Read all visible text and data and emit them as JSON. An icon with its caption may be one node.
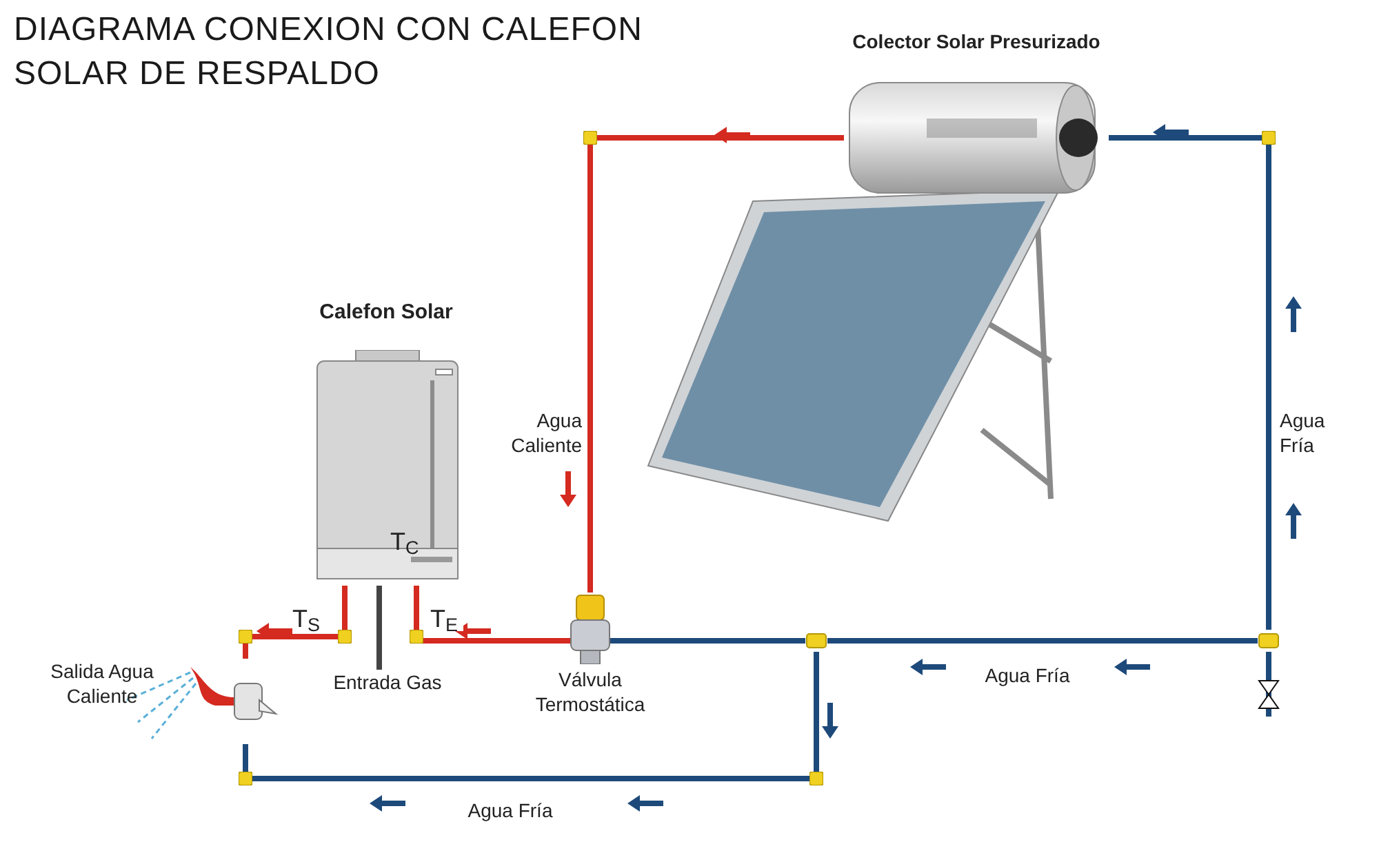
{
  "diagram": {
    "title": "DIAGRAMA CONEXION CON CALEFON SOLAR DE RESPALDO",
    "nodes": [
      {
        "text": [
          "Colector Solar Presurizado"
        ]
      },
      {
        "text": [
          "Calefon Solar",
          "T$_{C}$"
        ]
      },
      {
        "text": [
          "Válvula Termostática"
        ]
      },
      {
        "text": [
          "Salida Agua Caliente"
        ]
      },
      {
        "text": [],
        "shape": "tee"
      },
      {
        "text": [],
        "shape": "tee"
      },
      {
        "text": [],
        "shape": "valve"
      }
    ],
    "edges": [
      {
        "from": 0,
        "to": 2,
        "arrow": "none",
        "label": "Agua Caliente",
        "color": "#d42a20"
      },
      {
        "from": 2,
        "to": 1,
        "arrow": "none",
        "label": "T$_{E}$",
        "color": "#d42a20"
      },
      {
        "from": 1,
        "to": 3,
        "arrow": "none",
        "label": "T$_{S}$",
        "color": "#d42a20"
      },
      {
        "from": 6,
        "to": 5,
        "arrow": "none",
        "color": "#1d4a7a"
      },
      {
        "from": 5,
        "to": 0,
        "arrow": "none",
        "label": "Agua Fría",
        "color": "#1d4a7a"
      },
      {
        "from": 5,
        "to": 4,
        "arrow": "none",
        "label": "Agua Fría",
        "color": "#1d4a7a"
      },
      {
        "from": 4,
        "to": 2,
        "arrow": "none",
        "color": "#1d4a7a"
      },
      {
        "from": 4,
        "to": 3,
        "arrow": "none",
        "label": "Agua Fría",
        "color": "#1d4a7a"
      },
      {
        "from": null,
        "to": 1,
        "arrow": "none",
        "label": "Entrada Gas",
        "color": "#444444"
      }
    ]
  }
}
